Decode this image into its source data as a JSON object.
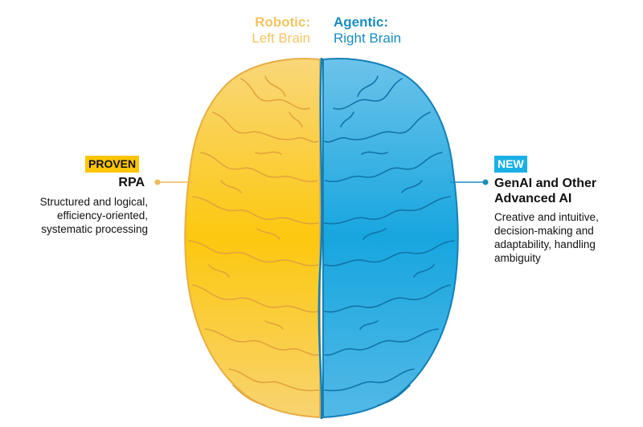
{
  "left_hemisphere": {
    "title": "Robotic:",
    "subtitle": "Left Brain",
    "badge": "PROVEN",
    "heading": "RPA",
    "description": "Structured and logical, efficiency-oriented, systematic processing"
  },
  "right_hemisphere": {
    "title": "Agentic:",
    "subtitle": "Right Brain",
    "badge": "NEW",
    "heading": "GenAI and Other Advanced AI",
    "description": "Creative and intuitive, decision-making and adaptability, handling ambiguity"
  },
  "colors": {
    "left_brain": "#fbc82b",
    "left_title": "#f4c462",
    "left_badge_bg": "#fdc500",
    "right_brain": "#1aa7df",
    "right_title": "#1a8cc0",
    "right_badge_bg": "#1ab0e6",
    "fissure": "#1480b8"
  },
  "icons": {
    "brain": "brain-illustration"
  }
}
